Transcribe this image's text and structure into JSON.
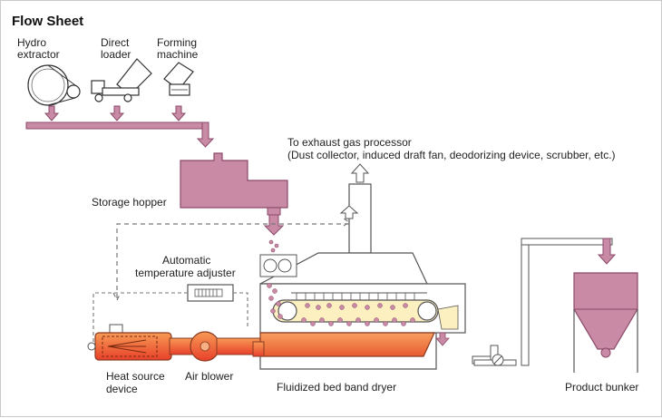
{
  "title": "Flow Sheet",
  "labels": {
    "hydro_1": "Hydro",
    "hydro_2": "extractor",
    "direct_1": "Direct",
    "direct_2": "loader",
    "forming_1": "Forming",
    "forming_2": "machine",
    "exhaust_1": "To exhaust gas processor",
    "exhaust_2": "(Dust collector, induced draft fan, deodorizing device, scrubber, etc.)",
    "storage": "Storage hopper",
    "auto_1": "Automatic",
    "auto_2": "temperature adjuster",
    "heat_1": "Heat source",
    "heat_2": "device",
    "blower": "Air blower",
    "dryer": "Fluidized bed band dryer",
    "bunker": "Product bunker"
  },
  "colors": {
    "pink_fill": "#c98aa6",
    "pink_stroke": "#8a4a68",
    "heat_orange": "#f07a3a",
    "heat_red": "#e8402a",
    "line": "#555555",
    "dashed": "#777777"
  }
}
